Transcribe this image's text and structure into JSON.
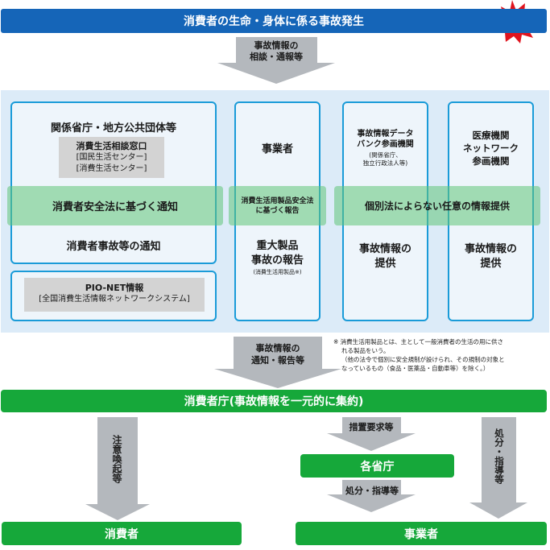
{
  "header": {
    "title": "消費者の生命・身体に係る事故発生"
  },
  "arrow_top": {
    "line1": "事故情報の",
    "line2": "相談・通報等"
  },
  "col1": {
    "title": "関係省庁・地方公共団体等",
    "window": {
      "name": "消費生活相談窓口",
      "sub1": "[国民生活センター]",
      "sub2": "[消費生活センター]"
    },
    "band": "消費者安全法に基づく通知",
    "bottom": "消費者事故等の通知"
  },
  "pionet": {
    "name": "PIO-NET情報",
    "sub": "[全国消費生活情報ネットワークシステム]"
  },
  "col2": {
    "title": "事業者",
    "band_line1": "消費生活用製品安全法",
    "band_line2": "に基づく報告",
    "bottom_line1": "重大製品",
    "bottom_line2": "事故の報告",
    "bottom_note": "(消費生活用製品※)"
  },
  "col3": {
    "title_line1": "事故情報データ",
    "title_line2": "バンク参画機関",
    "sub_line1": "(関係省庁、",
    "sub_line2": "独立行政法人等)",
    "bottom_line1": "事故情報の",
    "bottom_line2": "提供"
  },
  "col4": {
    "title_line1": "医療機関",
    "title_line2": "ネットワーク",
    "title_line3": "参画機関",
    "bottom_line1": "事故情報の",
    "bottom_line2": "提供"
  },
  "band_right": "個別法によらない任意の情報提供",
  "arrow_mid": {
    "line1": "事故情報の",
    "line2": "通知・報告等"
  },
  "footnote": {
    "line1": "※ 消費生活用製品とは、主として一般消費者の生活の用に供さ",
    "line2": "れる製品をいう。",
    "line3": "（他の法令で個別に安全規制が設けられ、その規制の対象と",
    "line4": "なっているもの（食品・医薬品・自動車等）を除く。）"
  },
  "agency": {
    "title": "消費者庁(事故情報を一元的に集約)"
  },
  "arrow_left": {
    "text": "注意喚起等"
  },
  "arrow_req": {
    "text": "措置要求等"
  },
  "ministries": {
    "label": "各省庁"
  },
  "arrow_disposal": {
    "text": "処分・指導等"
  },
  "arrow_right": {
    "text": "処分・指導等"
  },
  "consumers": {
    "label": "消費者"
  },
  "business": {
    "label": "事業者"
  },
  "colors": {
    "blue": "#1565b8",
    "green": "#16a83a",
    "box_border": "#1a9bd8",
    "panel": "#dcebf8",
    "arrow": "#b4b8bd",
    "burst": "#e0141e"
  },
  "icons": {
    "burst": "explosion-burst-icon"
  }
}
